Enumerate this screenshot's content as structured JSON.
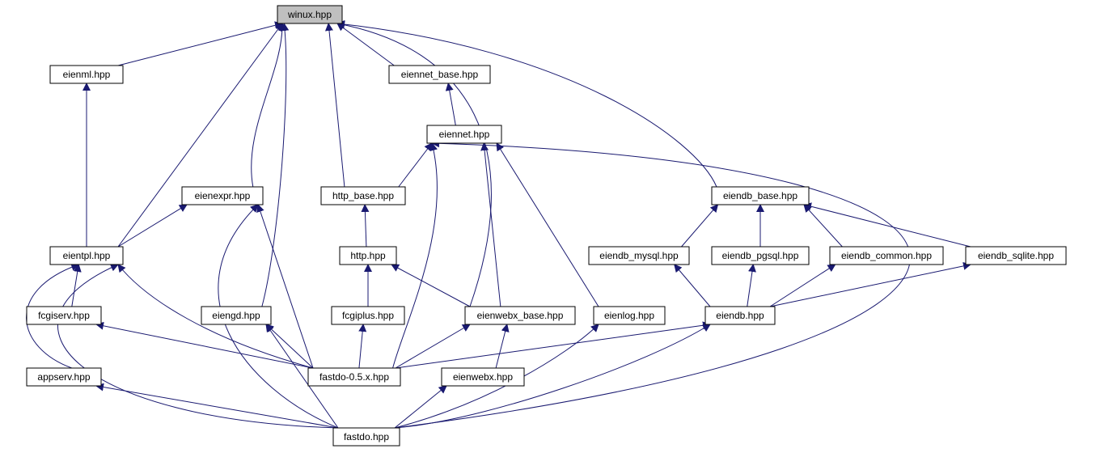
{
  "graph": {
    "colors": {
      "edge": "#191970",
      "node_border": "#000000",
      "root_fill": "#bfbfbf",
      "node_fill": "#ffffff"
    },
    "nodes": [
      {
        "id": "winux",
        "label": "winux.hpp",
        "root": true
      },
      {
        "id": "eienml",
        "label": "eienml.hpp"
      },
      {
        "id": "eiennet_base",
        "label": "eiennet_base.hpp"
      },
      {
        "id": "eiennet",
        "label": "eiennet.hpp"
      },
      {
        "id": "eienexpr",
        "label": "eienexpr.hpp"
      },
      {
        "id": "http_base",
        "label": "http_base.hpp"
      },
      {
        "id": "eiendb_base",
        "label": "eiendb_base.hpp"
      },
      {
        "id": "eientpl",
        "label": "eientpl.hpp"
      },
      {
        "id": "http",
        "label": "http.hpp"
      },
      {
        "id": "eiendb_mysql",
        "label": "eiendb_mysql.hpp"
      },
      {
        "id": "eiendb_pgsql",
        "label": "eiendb_pgsql.hpp"
      },
      {
        "id": "eiendb_common",
        "label": "eiendb_common.hpp"
      },
      {
        "id": "eiendb_sqlite",
        "label": "eiendb_sqlite.hpp"
      },
      {
        "id": "fcgiserv",
        "label": "fcgiserv.hpp"
      },
      {
        "id": "eiengd",
        "label": "eiengd.hpp"
      },
      {
        "id": "fcgiplus",
        "label": "fcgiplus.hpp"
      },
      {
        "id": "eienwebx_base",
        "label": "eienwebx_base.hpp"
      },
      {
        "id": "eienlog",
        "label": "eienlog.hpp"
      },
      {
        "id": "eiendb",
        "label": "eiendb.hpp"
      },
      {
        "id": "appserv",
        "label": "appserv.hpp"
      },
      {
        "id": "fastdo05",
        "label": "fastdo-0.5.x.hpp"
      },
      {
        "id": "eienwebx",
        "label": "eienwebx.hpp"
      },
      {
        "id": "fastdo",
        "label": "fastdo.hpp"
      }
    ],
    "edges": [
      {
        "from": "eienml",
        "to": "winux"
      },
      {
        "from": "eiennet_base",
        "to": "winux"
      },
      {
        "from": "eienexpr",
        "to": "winux"
      },
      {
        "from": "http_base",
        "to": "winux"
      },
      {
        "from": "eiendb_base",
        "to": "winux"
      },
      {
        "from": "eientpl",
        "to": "winux"
      },
      {
        "from": "eiengd",
        "to": "winux"
      },
      {
        "from": "eienwebx_base",
        "to": "winux"
      },
      {
        "from": "eientpl",
        "to": "eienml"
      },
      {
        "from": "eiennet",
        "to": "eiennet_base"
      },
      {
        "from": "http_base",
        "to": "eiennet"
      },
      {
        "from": "fastdo05",
        "to": "eiennet"
      },
      {
        "from": "eienwebx_base",
        "to": "eiennet"
      },
      {
        "from": "eienlog",
        "to": "eiennet"
      },
      {
        "from": "fastdo",
        "to": "eiennet"
      },
      {
        "from": "eientpl",
        "to": "eienexpr"
      },
      {
        "from": "fastdo05",
        "to": "eienexpr"
      },
      {
        "from": "fastdo",
        "to": "eienexpr"
      },
      {
        "from": "http",
        "to": "http_base"
      },
      {
        "from": "fcgiplus",
        "to": "http"
      },
      {
        "from": "eienwebx_base",
        "to": "http"
      },
      {
        "from": "eiendb_mysql",
        "to": "eiendb_base"
      },
      {
        "from": "eiendb_pgsql",
        "to": "eiendb_base"
      },
      {
        "from": "eiendb_common",
        "to": "eiendb_base"
      },
      {
        "from": "eiendb_sqlite",
        "to": "eiendb_base"
      },
      {
        "from": "eiendb",
        "to": "eiendb_mysql"
      },
      {
        "from": "eiendb",
        "to": "eiendb_pgsql"
      },
      {
        "from": "eiendb",
        "to": "eiendb_common"
      },
      {
        "from": "eiendb",
        "to": "eiendb_sqlite"
      },
      {
        "from": "fcgiserv",
        "to": "eientpl"
      },
      {
        "from": "appserv",
        "to": "eientpl"
      },
      {
        "from": "fastdo05",
        "to": "eientpl"
      },
      {
        "from": "fastdo",
        "to": "eientpl"
      },
      {
        "from": "fastdo05",
        "to": "fcgiserv"
      },
      {
        "from": "fastdo05",
        "to": "eiengd"
      },
      {
        "from": "fastdo",
        "to": "eiengd"
      },
      {
        "from": "fastdo05",
        "to": "fcgiplus"
      },
      {
        "from": "eienwebx",
        "to": "eienwebx_base"
      },
      {
        "from": "fastdo05",
        "to": "eienwebx_base"
      },
      {
        "from": "fastdo",
        "to": "eienlog"
      },
      {
        "from": "fastdo05",
        "to": "eiendb"
      },
      {
        "from": "fastdo",
        "to": "eiendb"
      },
      {
        "from": "fastdo",
        "to": "appserv"
      },
      {
        "from": "fastdo",
        "to": "eienwebx"
      }
    ]
  }
}
